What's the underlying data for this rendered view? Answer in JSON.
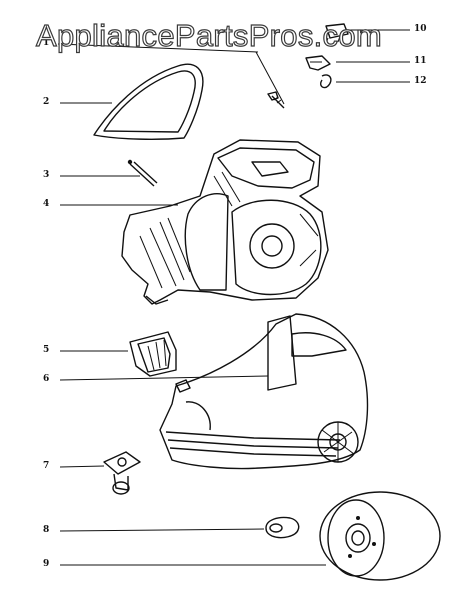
{
  "watermark": "AppliancePartsPros.com",
  "callouts": [
    "1",
    "2",
    "3",
    "4",
    "5",
    "6",
    "7",
    "8",
    "9",
    "10",
    "11",
    "12"
  ]
}
